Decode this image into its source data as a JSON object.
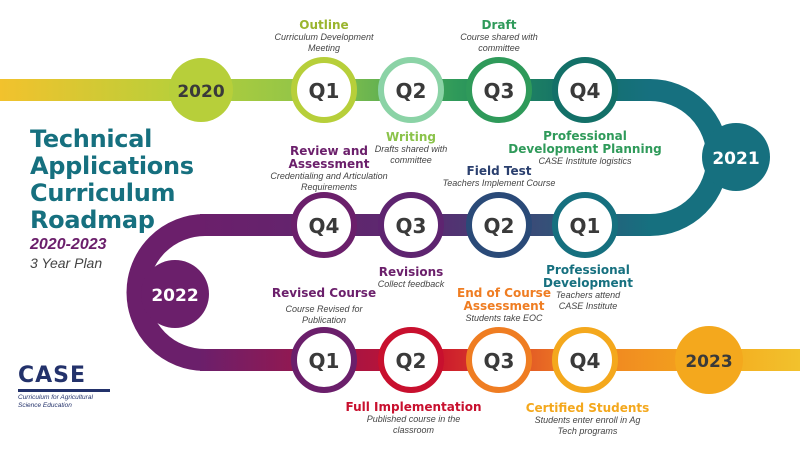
{
  "title": {
    "line1": "Technical",
    "line2": "Applications",
    "line3": "Curriculum",
    "line4": "Roadmap",
    "years": "2020-2023",
    "plan": "3 Year Plan"
  },
  "years": {
    "y2020": "2020",
    "y2021": "2021",
    "y2022": "2022",
    "y2023": "2023"
  },
  "quarters": {
    "r1": [
      "Q1",
      "Q2",
      "Q3",
      "Q4"
    ],
    "r2": [
      "Q4",
      "Q3",
      "Q2",
      "Q1"
    ],
    "r3": [
      "Q1",
      "Q2",
      "Q3",
      "Q4"
    ]
  },
  "labels": {
    "outline": {
      "heading": "Outline",
      "desc": "Curriculum Development Meeting"
    },
    "draft": {
      "heading": "Draft",
      "desc": "Course shared with committee"
    },
    "writing": {
      "heading": "Writing",
      "desc": "Drafts shared with committee"
    },
    "pd_planning": {
      "heading": "Professional Development Planning",
      "desc": "CASE Institute logistics"
    },
    "review": {
      "heading": "Review and Assessment",
      "desc": "Credentialing and Articulation Requirements"
    },
    "field_test": {
      "heading": "Field Test",
      "desc": "Teachers Implement Course"
    },
    "revisions": {
      "heading": "Revisions",
      "desc": "Collect feedback"
    },
    "pd": {
      "heading": "Professional Development",
      "desc": "Teachers attend CASE Institute"
    },
    "revised": {
      "heading": "Revised Course",
      "desc": "Course Revised for Publication"
    },
    "eoc": {
      "heading": "End of Course Assessment",
      "desc": "Students take EOC"
    },
    "full": {
      "heading": "Full Implementation",
      "desc": "Published course in the classroom"
    },
    "certified": {
      "heading": "Certified Students",
      "desc": "Students enter enroll in Ag Tech programs"
    }
  },
  "logo": {
    "name": "CASE",
    "tagline_1": "Curriculum for Agricultural",
    "tagline_2": "Science Education"
  },
  "colors": {
    "teal": "#16707f",
    "purple": "#6b1f6b",
    "olive": "#8aa534",
    "lime": "#b7cf3a",
    "green": "#2f9a5a",
    "red": "#c8102e",
    "orange": "#ef7d22",
    "gold": "#f4a81d",
    "navy": "#23326b"
  }
}
